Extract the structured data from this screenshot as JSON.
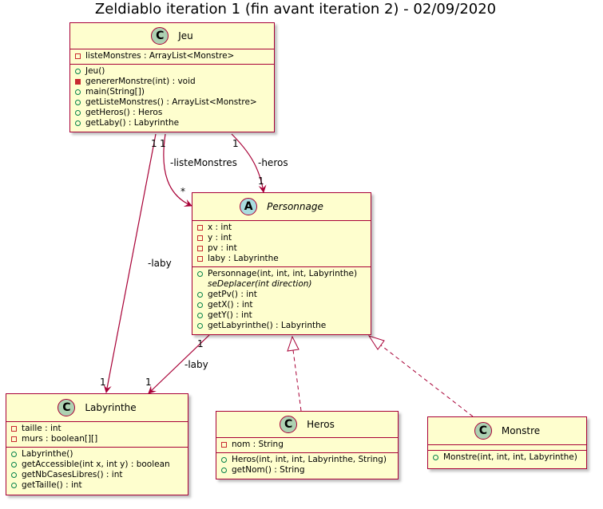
{
  "title": "Zeldiablo iteration 1 (fin avant iteration 2) - 02/09/2020",
  "colors": {
    "fill": "#FEFECE",
    "border": "#A80036",
    "class_badge": "#ADD1B2",
    "abstract_badge": "#A9DCDF",
    "private": "#C82930",
    "public": "#038048"
  },
  "classes": {
    "jeu": {
      "stereo": "C",
      "name": "Jeu",
      "attributes": [
        {
          "vis": "private",
          "text": "listeMonstres : ArrayList<Monstre>"
        }
      ],
      "methods": [
        {
          "vis": "public",
          "text": "Jeu()"
        },
        {
          "vis": "private-method",
          "text": "genererMonstre(int) : void"
        },
        {
          "vis": "public",
          "text": "main(String[])"
        },
        {
          "vis": "public",
          "text": "getListeMonstres() : ArrayList<Monstre>"
        },
        {
          "vis": "public",
          "text": "getHeros() : Heros"
        },
        {
          "vis": "public",
          "text": "getLaby() : Labyrinthe"
        }
      ]
    },
    "personnage": {
      "stereo": "A",
      "name": "Personnage",
      "attributes": [
        {
          "vis": "private",
          "text": "x : int"
        },
        {
          "vis": "private",
          "text": "y : int"
        },
        {
          "vis": "private",
          "text": "pv : int"
        },
        {
          "vis": "private",
          "text": "laby : Labyrinthe"
        }
      ],
      "methods": [
        {
          "vis": "public",
          "text": "Personnage(int, int, int, Labyrinthe)"
        },
        {
          "vis": "abstract",
          "text": "seDeplacer(int direction)"
        },
        {
          "vis": "public",
          "text": "getPv() : int"
        },
        {
          "vis": "public",
          "text": "getX() : int"
        },
        {
          "vis": "public",
          "text": "getY() : int"
        },
        {
          "vis": "public",
          "text": "getLabyrinthe() : Labyrinthe"
        }
      ]
    },
    "labyrinthe": {
      "stereo": "C",
      "name": "Labyrinthe",
      "attributes": [
        {
          "vis": "private",
          "text": "taille : int"
        },
        {
          "vis": "private",
          "text": "murs : boolean[][]"
        }
      ],
      "methods": [
        {
          "vis": "public",
          "text": "Labyrinthe()"
        },
        {
          "vis": "public",
          "text": "getAccessible(int x, int y) : boolean"
        },
        {
          "vis": "public",
          "text": "getNbCasesLibres() : int"
        },
        {
          "vis": "public",
          "text": "getTaille() : int"
        }
      ]
    },
    "heros": {
      "stereo": "C",
      "name": "Heros",
      "attributes": [
        {
          "vis": "private",
          "text": "nom : String"
        }
      ],
      "methods": [
        {
          "vis": "public",
          "text": "Heros(int, int, int, Labyrinthe, String)"
        },
        {
          "vis": "public",
          "text": "getNom() : String"
        }
      ]
    },
    "monstre": {
      "stereo": "C",
      "name": "Monstre",
      "attributes": [],
      "methods": [
        {
          "vis": "public",
          "text": "Monstre(int, int, int, Labyrinthe)"
        }
      ]
    }
  },
  "relations": {
    "jeu_laby": {
      "label": "-laby",
      "src_mult": "1",
      "dst_mult": "1"
    },
    "jeu_liste": {
      "label": "-listeMonstres",
      "src_mult": "1",
      "dst_mult": "*"
    },
    "jeu_heros": {
      "label": "-heros",
      "src_mult": "1",
      "dst_mult": "1"
    },
    "perso_laby": {
      "label": "-laby",
      "src_mult": "1",
      "dst_mult": "1"
    }
  }
}
